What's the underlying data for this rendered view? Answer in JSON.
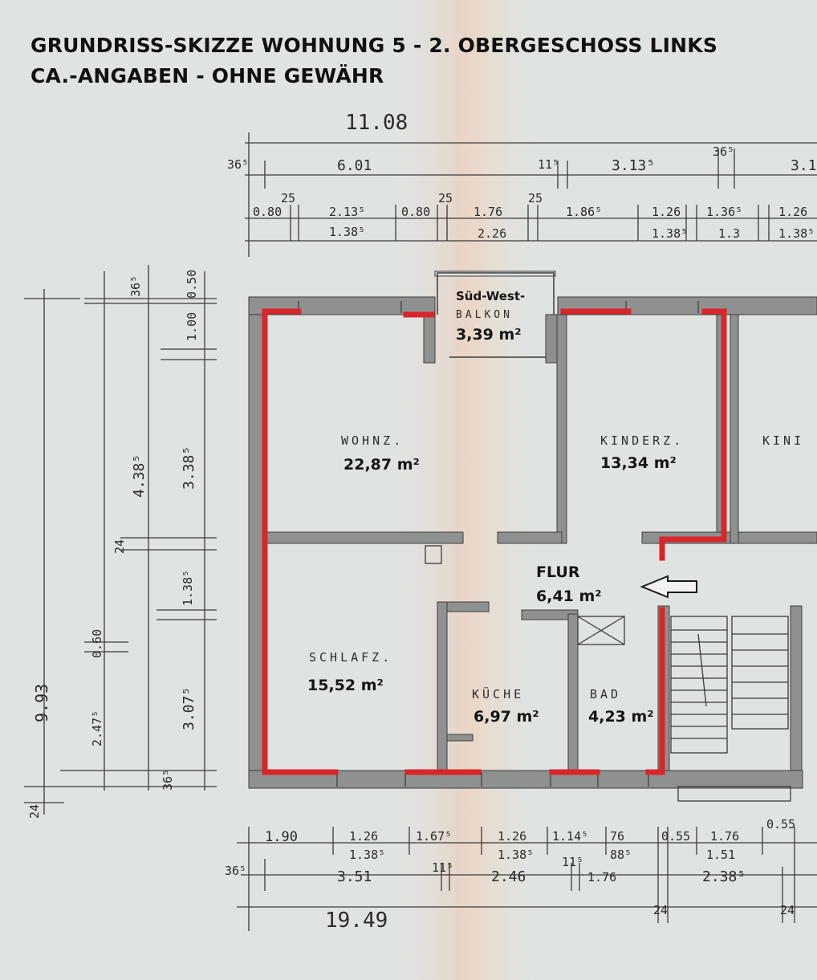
{
  "header": {
    "line1": "GRUNDRISS-SKIZZE WOHNUNG 5 - 2. OBERGESCHOSS LINKS",
    "line2": "CA.-ANGABEN - OHNE GEWÄHR"
  },
  "dimensions": {
    "total_top": "11.08",
    "top_row1": [
      "36⁵",
      "6.01",
      "11⁵",
      "3.13⁵",
      "36⁵",
      "3.1"
    ],
    "top_row2": [
      "0.80",
      "25",
      "2.13⁵",
      "0.80",
      "25",
      "1.76",
      "25",
      "1.86⁵",
      "1.26",
      "1.36⁵",
      "1.26"
    ],
    "top_row3": [
      "1.38⁵",
      "2.26",
      "1.38⁵",
      "1.3",
      "1.38⁵"
    ],
    "left_outer": [
      "9.93",
      "2.47⁵",
      "0.60",
      "24"
    ],
    "left_inner": [
      "4.38⁵",
      "3.38⁵",
      "1.00",
      "0.50",
      "36⁵",
      "24",
      "1.38⁵",
      "3.07⁵",
      "36⁵"
    ],
    "bottom_row1": [
      "1.90",
      "1.26",
      "1.67⁵",
      "1.26",
      "1.14⁵",
      "76",
      "0.55",
      "1.76",
      "0.55"
    ],
    "bottom_row2": [
      "1.38⁵",
      "1.38⁵",
      "88⁵",
      "1.51"
    ],
    "bottom_row3": [
      "36⁵",
      "3.51",
      "11⁵",
      "2.46",
      "11⁵",
      "1.76",
      "2.38⁵",
      "24",
      "24"
    ],
    "total_bottom": "19.49"
  },
  "rooms": {
    "balkon": {
      "label": "Süd-West-",
      "name": "BALKON",
      "area": "3,39 m²"
    },
    "wohnz": {
      "name": "WOHNZ.",
      "area": "22,87 m²"
    },
    "kinderz": {
      "name": "KINDERZ.",
      "area": "13,34 m²"
    },
    "kinderz2": {
      "name": "KINI"
    },
    "flur": {
      "name": "FLUR",
      "area": "6,41 m²"
    },
    "schlafz": {
      "name": "SCHLAFZ.",
      "area": "15,52 m²"
    },
    "kueche": {
      "name": "KÜCHE",
      "area": "6,97 m²"
    },
    "bad": {
      "name": "BAD",
      "area": "4,23 m²"
    }
  },
  "colors": {
    "highlight": "#d8262b",
    "wall": "#8e918f",
    "paper": "#dfe4e3"
  }
}
